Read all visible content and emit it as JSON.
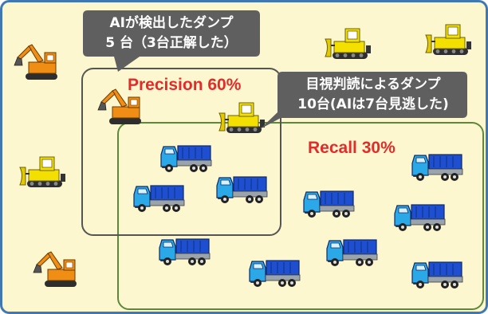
{
  "colors": {
    "background": "#fdf7cf",
    "border": "#3f78b5",
    "detected_box": "#555555",
    "ground_truth_box": "#5b8a3a",
    "callout": "#5f5f5f",
    "callout_text": "#ffffff",
    "metric_text": "#e32b2b",
    "truck_body": "#1e4fd1",
    "truck_cab": "#2aa8e8",
    "dozer_body": "#f3e000",
    "excavator_body": "#f08d14"
  },
  "icons": {
    "dump_truck": "dump-truck-icon",
    "bulldozer": "bulldozer-icon",
    "excavator": "excavator-icon"
  },
  "ai_detection": {
    "callout_line1": "AIが検出したダンプ",
    "callout_line2": "5 台（3台正解した）",
    "precision_label": "Precision 60%"
  },
  "visual_interpretation": {
    "callout_line1": "目視判読によるダンプ",
    "callout_line2": "10台(AIは7台見逃した)",
    "recall_label": "Recall 30%"
  }
}
